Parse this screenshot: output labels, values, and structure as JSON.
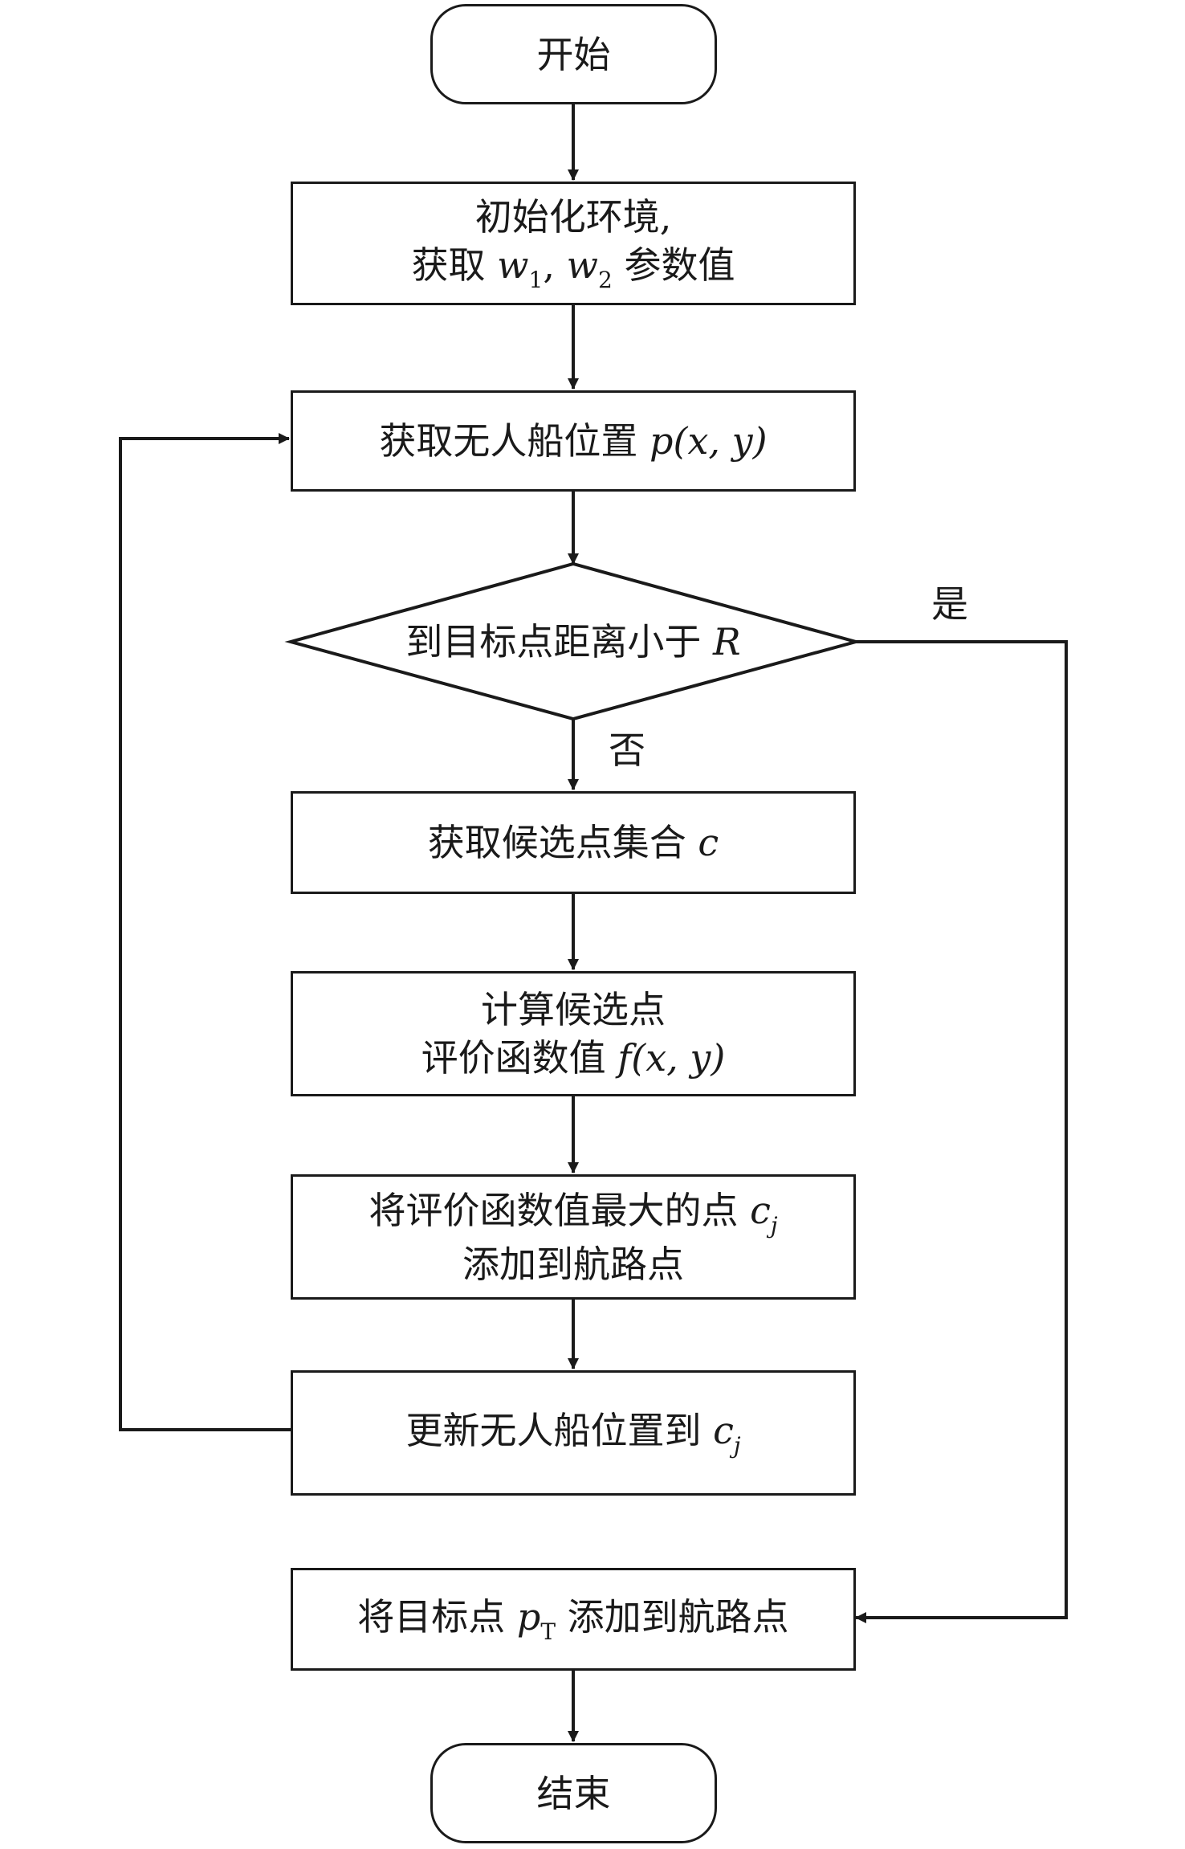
{
  "nodes": {
    "start": "开始",
    "init": {
      "line1": "初始化环境,",
      "line2_pre": "获取 ",
      "w": "w",
      "s1": "1",
      "comma": ", ",
      "s2": "2",
      "line2_post": " 参数值"
    },
    "get_pos": {
      "pre": "获取无人船位置 ",
      "p": "p",
      "args": "(x, y)"
    },
    "decision": {
      "pre": "到目标点距离小于 ",
      "R": "R"
    },
    "candidates": {
      "pre": "获取候选点集合 ",
      "c": "c"
    },
    "compute": {
      "line1": "计算候选点",
      "line2_pre": "评价函数值 ",
      "f": "f",
      "args": "(x, y)"
    },
    "add_best": {
      "line1_pre": "将评价函数值最大的点 ",
      "c": "c",
      "j": "j",
      "line2": "添加到航路点"
    },
    "update": {
      "pre": "更新无人船位置到 ",
      "c": "c",
      "j": "j"
    },
    "add_target": {
      "pre": "将目标点 ",
      "p": "p",
      "T": "T",
      "post": " 添加到航路点"
    },
    "end": "结束"
  },
  "labels": {
    "yes": "是",
    "no": "否"
  },
  "colors": {
    "stroke": "#1a1a1a",
    "background": "#ffffff"
  }
}
